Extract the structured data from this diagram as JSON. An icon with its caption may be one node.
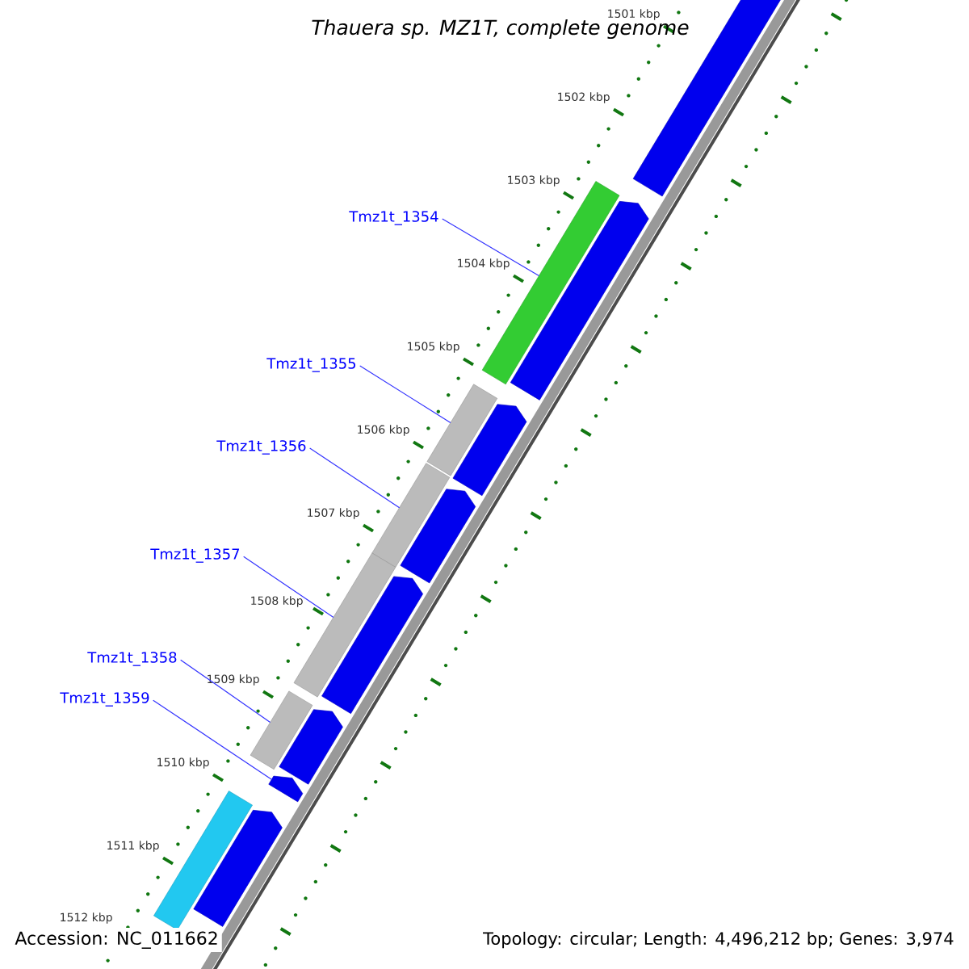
{
  "diagram": {
    "title": "Thauera sp. MZ1T, complete genome",
    "nodes": [
      {
        "text": [
          "Tmz1t_1354"
        ]
      },
      {
        "text": [
          "Tmz1t_1355"
        ]
      },
      {
        "text": [
          "Tmz1t_1356"
        ]
      },
      {
        "text": [
          "Tmz1t_1357"
        ]
      },
      {
        "text": [
          "Tmz1t_1358"
        ]
      },
      {
        "text": [
          "Tmz1t_1359"
        ]
      },
      {
        "text": [],
        "shape": "bar"
      },
      {
        "text": [],
        "shape": "bar"
      },
      {
        "text": [],
        "shape": "bar"
      },
      {
        "text": [],
        "shape": "bar"
      },
      {
        "text": [],
        "shape": "bar"
      },
      {
        "text": [],
        "shape": "bar"
      },
      {
        "text": [],
        "shape": "arrow"
      },
      {
        "text": [],
        "shape": "arrow"
      },
      {
        "text": [],
        "shape": "arrow"
      },
      {
        "text": [],
        "shape": "arrow"
      },
      {
        "text": [],
        "shape": "arrow"
      },
      {
        "text": [],
        "shape": "arrow"
      },
      {
        "text": [],
        "shape": "arrow"
      },
      {
        "text": [],
        "shape": "arrow"
      }
    ],
    "edges": [
      {
        "from": 0,
        "to": 6,
        "arrow": "none"
      },
      {
        "from": 1,
        "to": 7,
        "arrow": "none"
      },
      {
        "from": 2,
        "to": 8,
        "arrow": "none"
      },
      {
        "from": 3,
        "to": 9,
        "arrow": "none"
      },
      {
        "from": 4,
        "to": 10,
        "arrow": "none"
      },
      {
        "from": 5,
        "to": 18,
        "arrow": "none"
      }
    ],
    "labels": [
      "1501 kbp",
      "1502 kbp",
      "1503 kbp",
      "1504 kbp",
      "1505 kbp",
      "1506 kbp",
      "1507 kbp",
      "1508 kbp",
      "1509 kbp",
      "1510 kbp",
      "1511 kbp",
      "1512 kbp",
      "Accession: NC_011662",
      "Topology: circular; Length: 4,496,212 bp; Genes: 3,974"
    ]
  }
}
